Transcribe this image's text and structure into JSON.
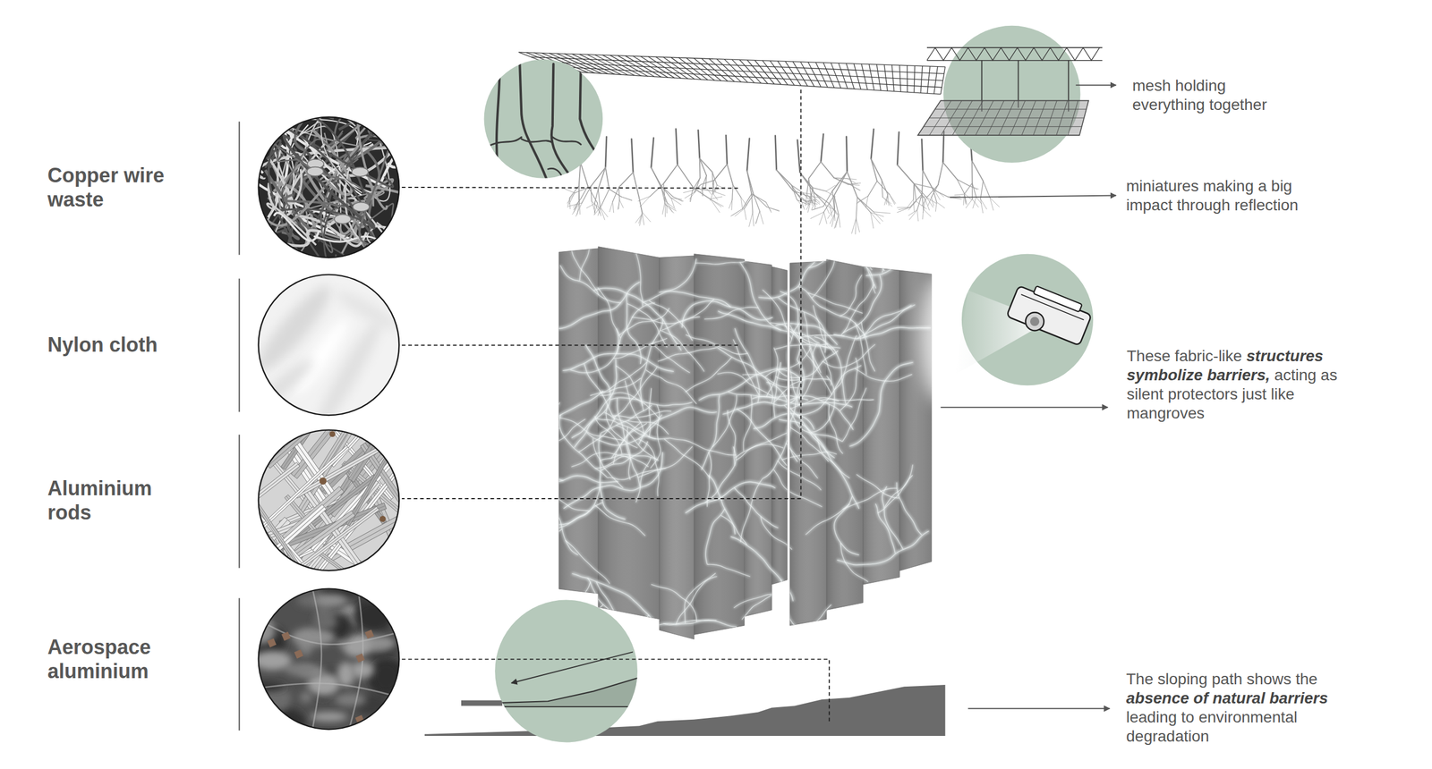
{
  "diagram": {
    "nodes": [
      {
        "text": [
          "Copper wire waste"
        ]
      },
      {
        "text": [
          "Nylon cloth"
        ]
      },
      {
        "text": [
          "Aluminium rods"
        ]
      },
      {
        "text": [
          "Aerospace aluminium"
        ]
      }
    ],
    "labels": [
      "mesh holding everything together",
      "miniatures making a big impact through reflection",
      "These fabric-like",
      "structures symbolize barriers,",
      "acting as silent protectors just like mangroves",
      "The sloping path shows the",
      "absence of natural barriers",
      "leading to environmental degradation"
    ]
  }
}
